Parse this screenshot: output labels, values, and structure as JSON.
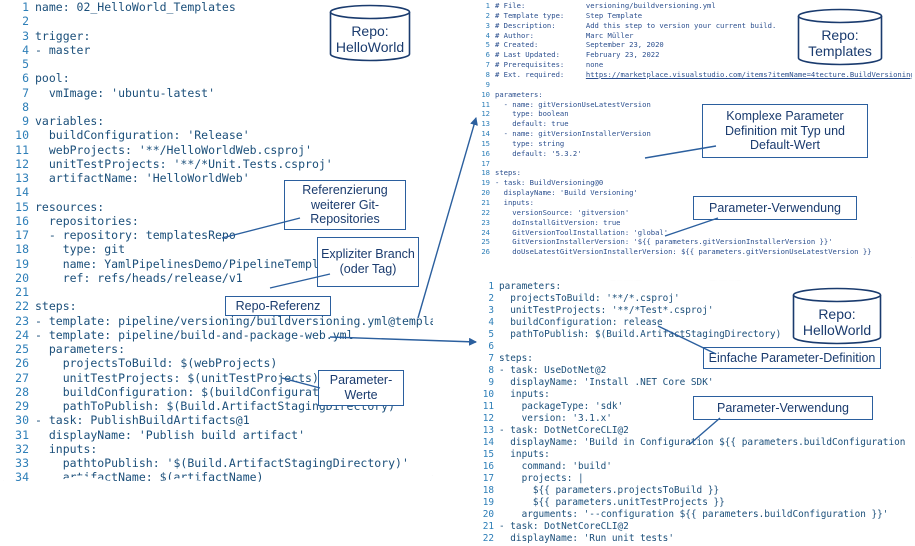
{
  "left_panel": {
    "lines": [
      {
        "n": "1",
        "text": "name: 02_HelloWorld_Templates"
      },
      {
        "n": "2",
        "text": ""
      },
      {
        "n": "3",
        "text": "trigger:"
      },
      {
        "n": "4",
        "text": "- master"
      },
      {
        "n": "5",
        "text": ""
      },
      {
        "n": "6",
        "text": "pool:"
      },
      {
        "n": "7",
        "text": "  vmImage: 'ubuntu-latest'"
      },
      {
        "n": "8",
        "text": ""
      },
      {
        "n": "9",
        "text": "variables:"
      },
      {
        "n": "10",
        "text": "  buildConfiguration: 'Release'"
      },
      {
        "n": "11",
        "text": "  webProjects: '**/HelloWorldWeb.csproj'"
      },
      {
        "n": "12",
        "text": "  unitTestProjects: '**/*Unit.Tests.csproj'"
      },
      {
        "n": "13",
        "text": "  artifactName: 'HelloWorldWeb'"
      },
      {
        "n": "14",
        "text": ""
      },
      {
        "n": "15",
        "text": "resources:"
      },
      {
        "n": "16",
        "text": "  repositories:"
      },
      {
        "n": "17",
        "text": "  - repository: templatesRepo"
      },
      {
        "n": "18",
        "text": "    type: git"
      },
      {
        "n": "19",
        "text": "    name: YamlPipelinesDemo/PipelineTemplates"
      },
      {
        "n": "20",
        "text": "    ref: refs/heads/release/v1"
      },
      {
        "n": "21",
        "text": ""
      },
      {
        "n": "22",
        "text": "steps:"
      },
      {
        "n": "23",
        "text": "- template: pipeline/versioning/buildversioning.yml@templatesRepo"
      },
      {
        "n": "24",
        "text": "- template: pipeline/build-and-package-web.yml"
      },
      {
        "n": "25",
        "text": "  parameters:"
      },
      {
        "n": "26",
        "text": "    projectsToBuild: $(webProjects)"
      },
      {
        "n": "27",
        "text": "    unitTestProjects: $(unitTestProjects)"
      },
      {
        "n": "28",
        "text": "    buildConfiguration: $(buildConfiguration)"
      },
      {
        "n": "29",
        "text": "    pathToPublish: $(Build.ArtifactStagingDirectory)"
      },
      {
        "n": "30",
        "text": "- task: PublishBuildArtifacts@1"
      },
      {
        "n": "31",
        "text": "  displayName: 'Publish build artifact'"
      },
      {
        "n": "32",
        "text": "  inputs:"
      },
      {
        "n": "33",
        "text": "    pathtoPublish: '$(Build.ArtifactStagingDirectory)'"
      },
      {
        "n": "34",
        "text": "    artifactName: $(artifactName)"
      }
    ],
    "repo_label_line1": "Repo:",
    "repo_label_line2": "HelloWorld"
  },
  "right_top_panel": {
    "lines": [
      {
        "n": "1",
        "text": "# File:              versioning/buildversioning.yml"
      },
      {
        "n": "2",
        "text": "# Template type:     Step Template"
      },
      {
        "n": "3",
        "text": "# Description:       Add this step to version your current build."
      },
      {
        "n": "4",
        "text": "# Author:            Marc Müller"
      },
      {
        "n": "5",
        "text": "# Created:           September 23, 2020"
      },
      {
        "n": "6",
        "text": "# Last Updated:      February 23, 2022"
      },
      {
        "n": "7",
        "text": "# Prerequisites:     none"
      },
      {
        "n": "8",
        "text": "# Ext. required:     ",
        "link": "https://marketplace.visualstudio.com/items?itemName=4tecture.BuildVersioning"
      },
      {
        "n": "9",
        "text": ""
      },
      {
        "n": "10",
        "text": "parameters:"
      },
      {
        "n": "11",
        "text": "  - name: gitVersionUseLatestVersion"
      },
      {
        "n": "12",
        "text": "    type: boolean"
      },
      {
        "n": "13",
        "text": "    default: true"
      },
      {
        "n": "14",
        "text": "  - name: gitVersionInstallerVersion"
      },
      {
        "n": "15",
        "text": "    type: string"
      },
      {
        "n": "16",
        "text": "    default: '5.3.2'"
      },
      {
        "n": "17",
        "text": ""
      },
      {
        "n": "18",
        "text": "steps:"
      },
      {
        "n": "19",
        "text": "- task: BuildVersioning@0"
      },
      {
        "n": "20",
        "text": "  displayName: 'Build Versioning'"
      },
      {
        "n": "21",
        "text": "  inputs:"
      },
      {
        "n": "22",
        "text": "    versionSource: 'gitversion'"
      },
      {
        "n": "23",
        "text": "    doInstallGitVersion: true"
      },
      {
        "n": "24",
        "text": "    GitVersionToolInstallation: 'global'"
      },
      {
        "n": "25",
        "text": "    GitVersionInstallerVersion: '${{ parameters.gitVersionInstallerVersion }}'"
      },
      {
        "n": "26",
        "text": "    doUseLatestGitVersionInstallerVersion: ${{ parameters.gitVersionUseLatestVersion }}"
      }
    ],
    "repo_label_line1": "Repo:",
    "repo_label_line2": "Templates"
  },
  "right_bottom_panel": {
    "lines": [
      {
        "n": "1",
        "text": "parameters:"
      },
      {
        "n": "2",
        "text": "  projectsToBuild: '**/*.csproj'"
      },
      {
        "n": "3",
        "text": "  unitTestProjects: '**/*Test*.csproj'"
      },
      {
        "n": "4",
        "text": "  buildConfiguration: release"
      },
      {
        "n": "5",
        "text": "  pathToPublish: $(Build.ArtifactStagingDirectory)"
      },
      {
        "n": "6",
        "text": ""
      },
      {
        "n": "7",
        "text": "steps:"
      },
      {
        "n": "8",
        "text": "- task: UseDotNet@2"
      },
      {
        "n": "9",
        "text": "  displayName: 'Install .NET Core SDK'"
      },
      {
        "n": "10",
        "text": "  inputs:"
      },
      {
        "n": "11",
        "text": "    packageType: 'sdk'"
      },
      {
        "n": "12",
        "text": "    version: '3.1.x'"
      },
      {
        "n": "13",
        "text": "- task: DotNetCoreCLI@2"
      },
      {
        "n": "14",
        "text": "  displayName: 'Build in Configuration ${{ parameters.buildConfiguration }}'"
      },
      {
        "n": "15",
        "text": "  inputs:"
      },
      {
        "n": "16",
        "text": "    command: 'build'"
      },
      {
        "n": "17",
        "text": "    projects: |"
      },
      {
        "n": "18",
        "text": "      ${{ parameters.projectsToBuild }}"
      },
      {
        "n": "19",
        "text": "      ${{ parameters.unitTestProjects }}"
      },
      {
        "n": "20",
        "text": "    arguments: '--configuration ${{ parameters.buildConfiguration }}'"
      },
      {
        "n": "21",
        "text": "- task: DotNetCoreCLI@2"
      },
      {
        "n": "22",
        "text": "  displayName: 'Run unit tests'"
      }
    ],
    "repo_label_line1": "Repo:",
    "repo_label_line2": "HelloWorld"
  },
  "callouts": {
    "referenzierung": "Referenzierung weiterer Git-Repositories",
    "expliziter_branch": "Expliziter Branch (oder Tag)",
    "repo_referenz": "Repo-Referenz",
    "parameter_werte": "Parameter-Werte",
    "komplexe_parameter": "Komplexe Parameter Definition mit Typ und Default-Wert",
    "parameter_verwendung_top": "Parameter-Verwendung",
    "einfache_parameter": "Einfache Parameter-Definition",
    "parameter_verwendung_bottom": "Parameter-Verwendung"
  },
  "colors": {
    "code": "#1b4f7a",
    "line_numbers": "#2e7fb8",
    "callout_border": "#2b5f9e",
    "arrow": "#2b5f9e"
  }
}
